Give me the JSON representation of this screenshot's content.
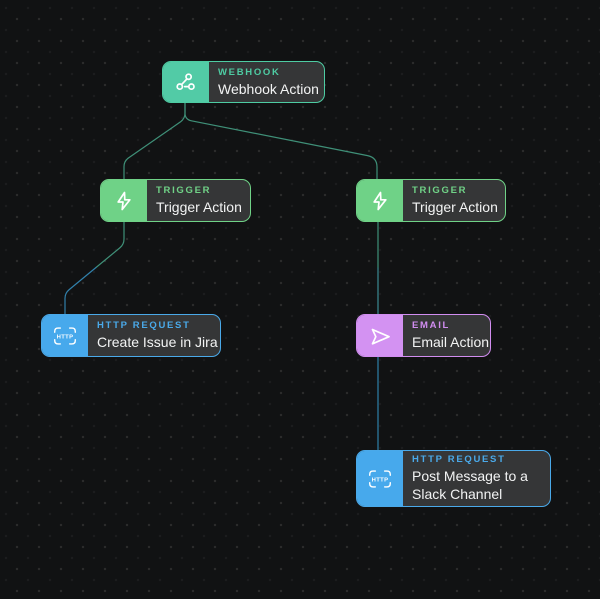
{
  "canvas": {
    "background": "#111213",
    "grid_dot_color": "#2c2c2c"
  },
  "nodes": [
    {
      "id": "webhook-action",
      "category": "WEBHOOK",
      "title": "Webhook Action",
      "accent": "#4ecca3",
      "icon_bg": "#52cba6",
      "icon": "webhook-icon"
    },
    {
      "id": "trigger-action-left",
      "category": "TRIGGER",
      "title": "Trigger Action",
      "accent": "#70d287",
      "icon_bg": "#6fd287",
      "icon": "lightning-icon"
    },
    {
      "id": "trigger-action-right",
      "category": "TRIGGER",
      "title": "Trigger Action",
      "accent": "#70d287",
      "icon_bg": "#6fd287",
      "icon": "lightning-icon"
    },
    {
      "id": "create-issue-in-jira",
      "category": "HTTP REQUEST",
      "title": "Create Issue in Jira",
      "accent": "#4aa9e9",
      "icon_bg": "#47a9ec",
      "icon": "http-request-icon"
    },
    {
      "id": "email-action",
      "category": "EMAIL",
      "title": "Email Action",
      "accent": "#d18df0",
      "icon_bg": "#d392f2",
      "icon": "send-icon"
    },
    {
      "id": "post-message-slack",
      "category": "HTTP REQUEST",
      "title": "Post Message to a Slack Channel",
      "accent": "#4aa9e9",
      "icon_bg": "#47a9ec",
      "icon": "http-request-icon"
    }
  ],
  "edges": [
    {
      "from": "webhook-action",
      "to": "trigger-action-left",
      "color": "#3f9078"
    },
    {
      "from": "webhook-action",
      "to": "trigger-action-right",
      "color": "#3f9078"
    },
    {
      "from": "trigger-action-left",
      "to": "create-issue-in-jira",
      "color": "#3f9078",
      "color_end": "#3181ac"
    },
    {
      "from": "trigger-action-right",
      "to": "email-action",
      "color": "#3f9078",
      "color_end": "#3b8a92"
    },
    {
      "from": "email-action",
      "to": "post-message-slack",
      "color": "#2f80a9"
    }
  ]
}
